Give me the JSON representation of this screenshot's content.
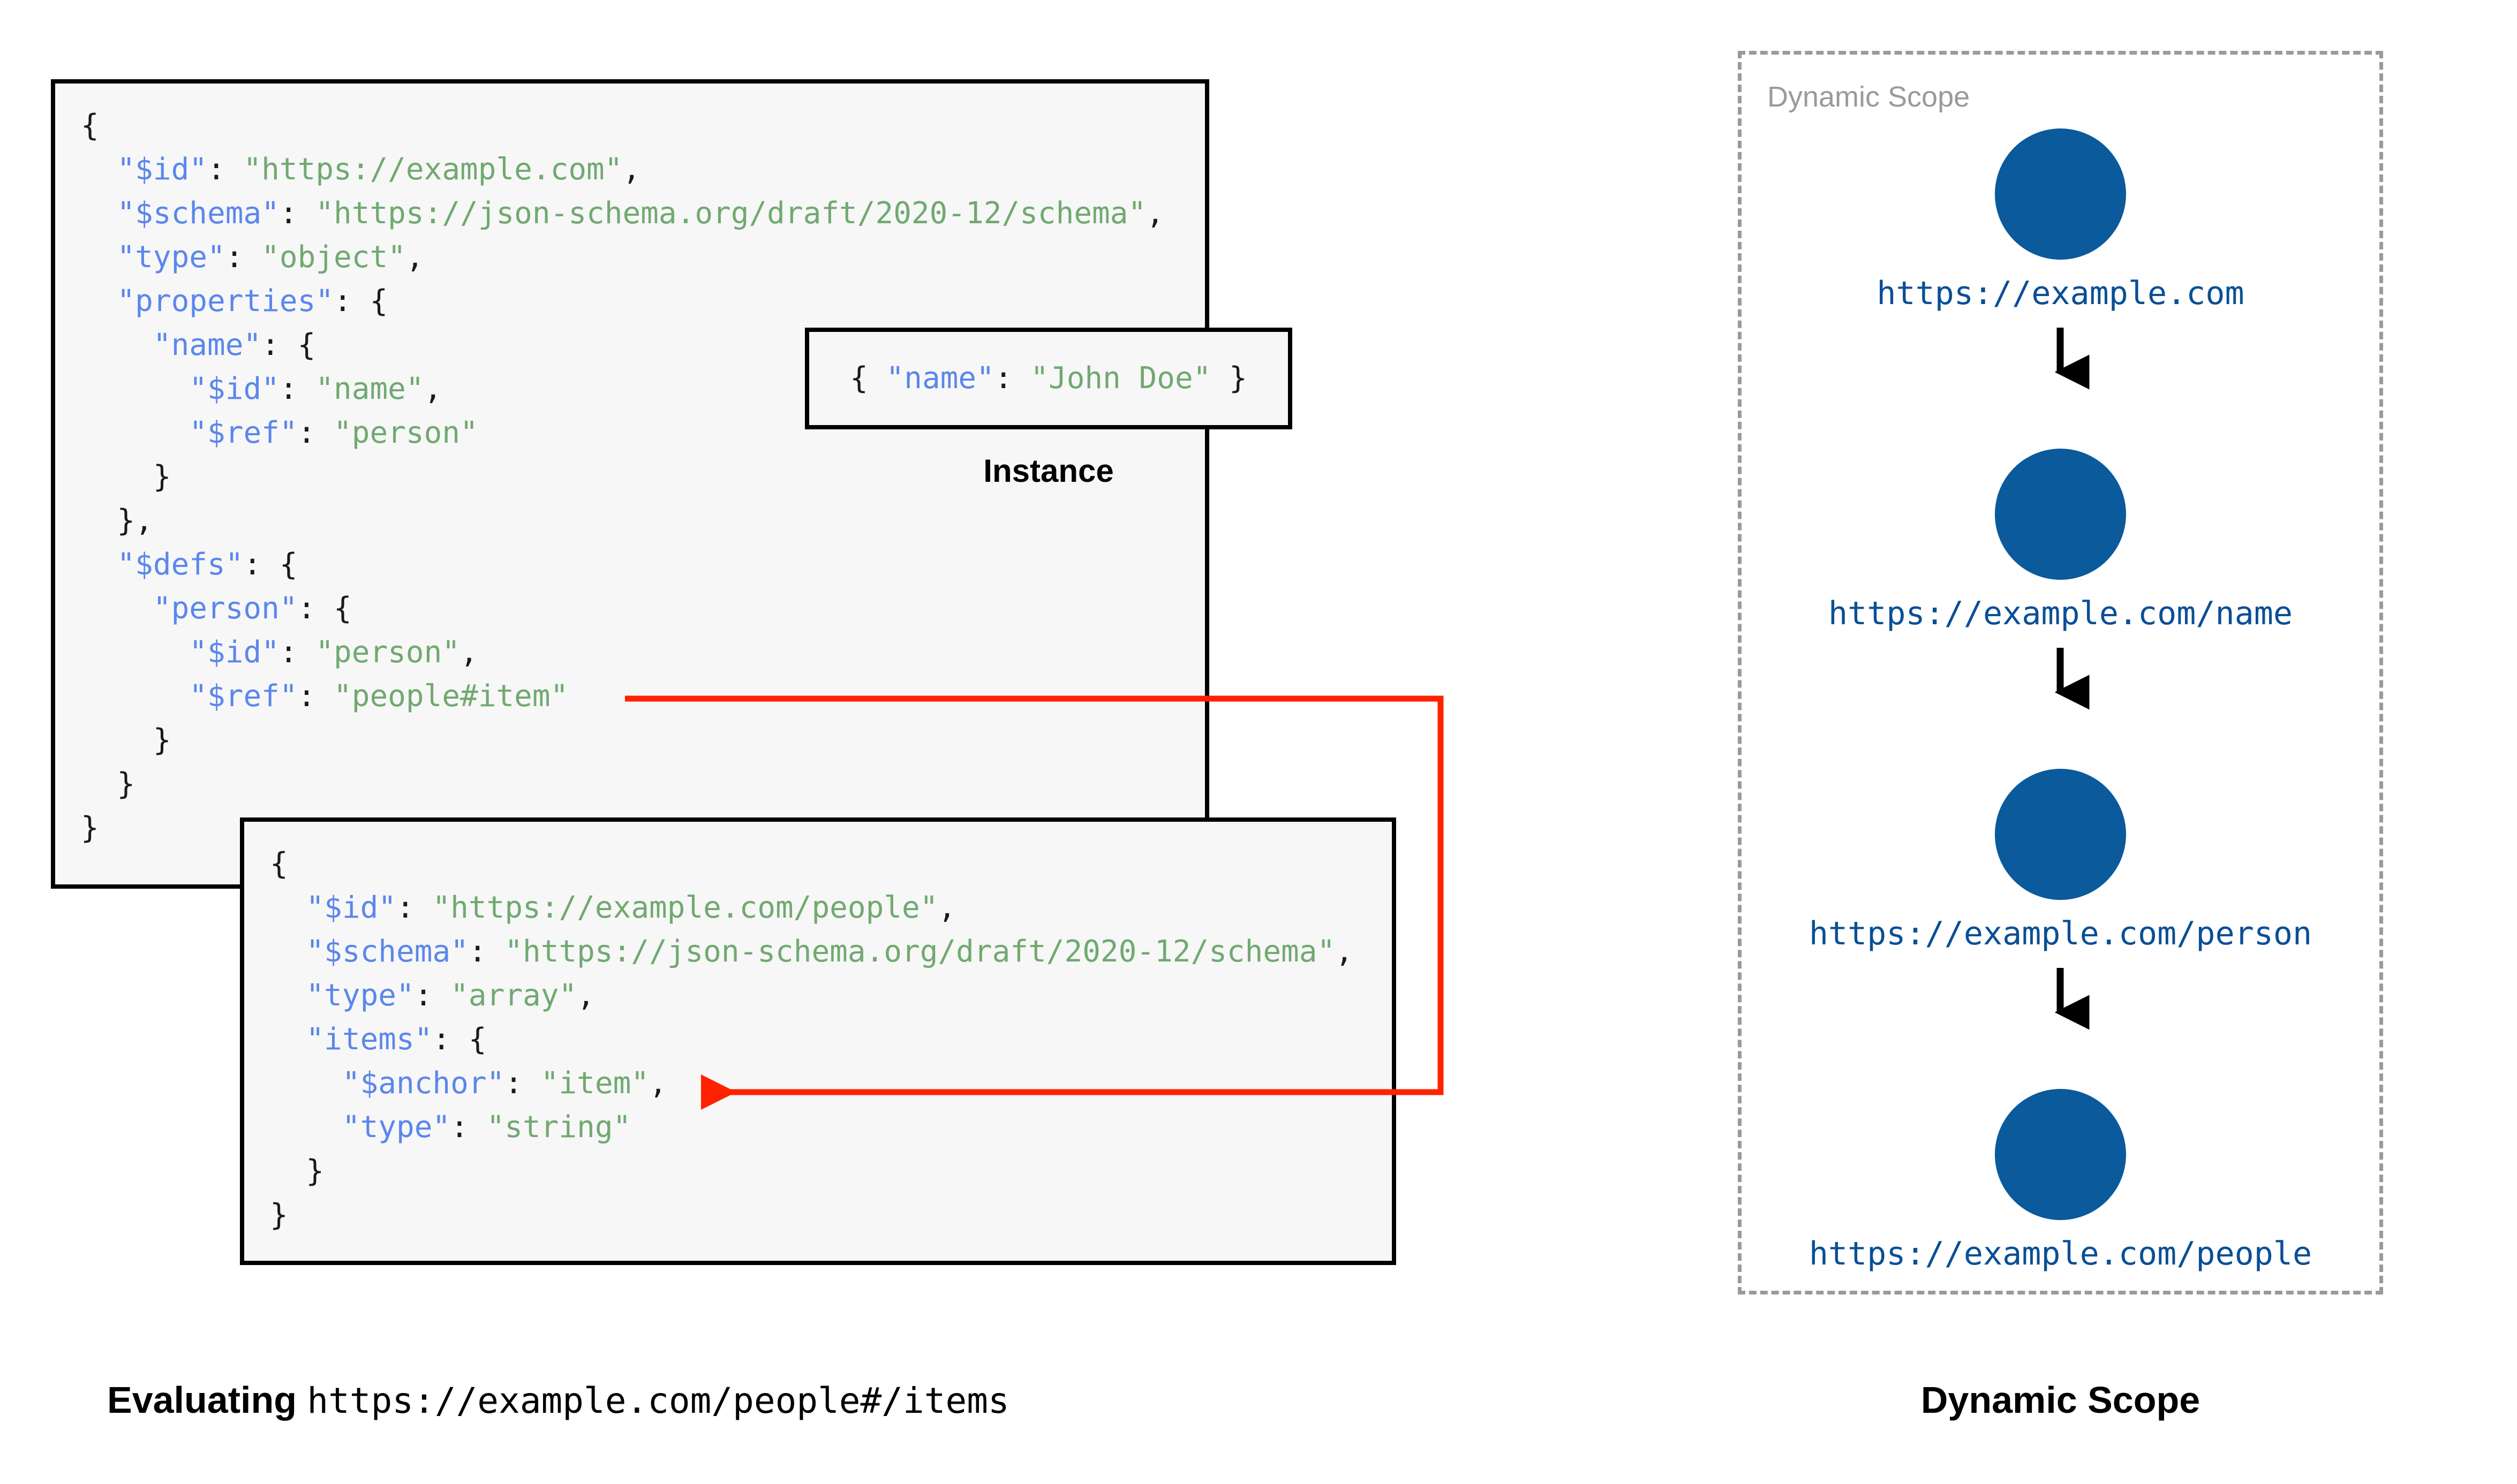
{
  "schema_root": {
    "lines": [
      [
        {
          "t": "{",
          "c": "p"
        }
      ],
      [
        {
          "t": "  ",
          "c": "p"
        },
        {
          "t": "\"$id\"",
          "c": "k"
        },
        {
          "t": ": ",
          "c": "p"
        },
        {
          "t": "\"https://example.com\"",
          "c": "s"
        },
        {
          "t": ",",
          "c": "p"
        }
      ],
      [
        {
          "t": "  ",
          "c": "p"
        },
        {
          "t": "\"$schema\"",
          "c": "k"
        },
        {
          "t": ": ",
          "c": "p"
        },
        {
          "t": "\"https://json-schema.org/draft/2020-12/schema\"",
          "c": "s"
        },
        {
          "t": ",",
          "c": "p"
        }
      ],
      [
        {
          "t": "  ",
          "c": "p"
        },
        {
          "t": "\"type\"",
          "c": "k"
        },
        {
          "t": ": ",
          "c": "p"
        },
        {
          "t": "\"object\"",
          "c": "s"
        },
        {
          "t": ",",
          "c": "p"
        }
      ],
      [
        {
          "t": "  ",
          "c": "p"
        },
        {
          "t": "\"properties\"",
          "c": "k"
        },
        {
          "t": ": {",
          "c": "p"
        }
      ],
      [
        {
          "t": "    ",
          "c": "p"
        },
        {
          "t": "\"name\"",
          "c": "k"
        },
        {
          "t": ": {",
          "c": "p"
        }
      ],
      [
        {
          "t": "      ",
          "c": "p"
        },
        {
          "t": "\"$id\"",
          "c": "k"
        },
        {
          "t": ": ",
          "c": "p"
        },
        {
          "t": "\"name\"",
          "c": "s"
        },
        {
          "t": ",",
          "c": "p"
        }
      ],
      [
        {
          "t": "      ",
          "c": "p"
        },
        {
          "t": "\"$ref\"",
          "c": "k"
        },
        {
          "t": ": ",
          "c": "p"
        },
        {
          "t": "\"person\"",
          "c": "s"
        }
      ],
      [
        {
          "t": "    }",
          "c": "p"
        }
      ],
      [
        {
          "t": "  },",
          "c": "p"
        }
      ],
      [
        {
          "t": "  ",
          "c": "p"
        },
        {
          "t": "\"$defs\"",
          "c": "k"
        },
        {
          "t": ": {",
          "c": "p"
        }
      ],
      [
        {
          "t": "    ",
          "c": "p"
        },
        {
          "t": "\"person\"",
          "c": "k"
        },
        {
          "t": ": {",
          "c": "p"
        }
      ],
      [
        {
          "t": "      ",
          "c": "p"
        },
        {
          "t": "\"$id\"",
          "c": "k"
        },
        {
          "t": ": ",
          "c": "p"
        },
        {
          "t": "\"person\"",
          "c": "s"
        },
        {
          "t": ",",
          "c": "p"
        }
      ],
      [
        {
          "t": "      ",
          "c": "p"
        },
        {
          "t": "\"$ref\"",
          "c": "k"
        },
        {
          "t": ": ",
          "c": "p"
        },
        {
          "t": "\"people#item\"",
          "c": "s"
        }
      ],
      [
        {
          "t": "    }",
          "c": "p"
        }
      ],
      [
        {
          "t": "  }",
          "c": "p"
        }
      ],
      [
        {
          "t": "}",
          "c": "p"
        }
      ]
    ]
  },
  "instance": {
    "caption": "Instance",
    "lines": [
      [
        {
          "t": "{ ",
          "c": "p"
        },
        {
          "t": "\"name\"",
          "c": "k"
        },
        {
          "t": ": ",
          "c": "p"
        },
        {
          "t": "\"John Doe\"",
          "c": "s"
        },
        {
          "t": " }",
          "c": "p"
        }
      ]
    ]
  },
  "schema_people": {
    "lines": [
      [
        {
          "t": "{",
          "c": "p"
        }
      ],
      [
        {
          "t": "  ",
          "c": "p"
        },
        {
          "t": "\"$id\"",
          "c": "k"
        },
        {
          "t": ": ",
          "c": "p"
        },
        {
          "t": "\"https://example.com/people\"",
          "c": "s"
        },
        {
          "t": ",",
          "c": "p"
        }
      ],
      [
        {
          "t": "  ",
          "c": "p"
        },
        {
          "t": "\"$schema\"",
          "c": "k"
        },
        {
          "t": ": ",
          "c": "p"
        },
        {
          "t": "\"https://json-schema.org/draft/2020-12/schema\"",
          "c": "s"
        },
        {
          "t": ",",
          "c": "p"
        }
      ],
      [
        {
          "t": "  ",
          "c": "p"
        },
        {
          "t": "\"type\"",
          "c": "k"
        },
        {
          "t": ": ",
          "c": "p"
        },
        {
          "t": "\"array\"",
          "c": "s"
        },
        {
          "t": ",",
          "c": "p"
        }
      ],
      [
        {
          "t": "  ",
          "c": "p"
        },
        {
          "t": "\"items\"",
          "c": "k"
        },
        {
          "t": ": {",
          "c": "p"
        }
      ],
      [
        {
          "t": "    ",
          "c": "p"
        },
        {
          "t": "\"$anchor\"",
          "c": "k"
        },
        {
          "t": ": ",
          "c": "p"
        },
        {
          "t": "\"item\"",
          "c": "s"
        },
        {
          "t": ",",
          "c": "p"
        }
      ],
      [
        {
          "t": "    ",
          "c": "p"
        },
        {
          "t": "\"type\"",
          "c": "k"
        },
        {
          "t": ": ",
          "c": "p"
        },
        {
          "t": "\"string\"",
          "c": "s"
        }
      ],
      [
        {
          "t": "  }",
          "c": "p"
        }
      ],
      [
        {
          "t": "}",
          "c": "p"
        }
      ]
    ]
  },
  "ref_arrow": {
    "color": "#ff2200",
    "from_label": "\"people#item\"",
    "to_label": "\"$anchor\": \"item\""
  },
  "dynamic_scope": {
    "inline_label": "Dynamic Scope",
    "caption": "Dynamic Scope",
    "circle_color": "#0a5a9c",
    "label_color": "#0a4f96",
    "border_color": "#9a9a9a",
    "nodes": [
      {
        "label": "https://example.com"
      },
      {
        "label": "https://example.com/name"
      },
      {
        "label": "https://example.com/person"
      },
      {
        "label": "https://example.com/people"
      }
    ]
  },
  "captions": {
    "left_bold": "Evaluating",
    "left_mono": "https://example.com/people#/items",
    "right": "Dynamic Scope"
  }
}
